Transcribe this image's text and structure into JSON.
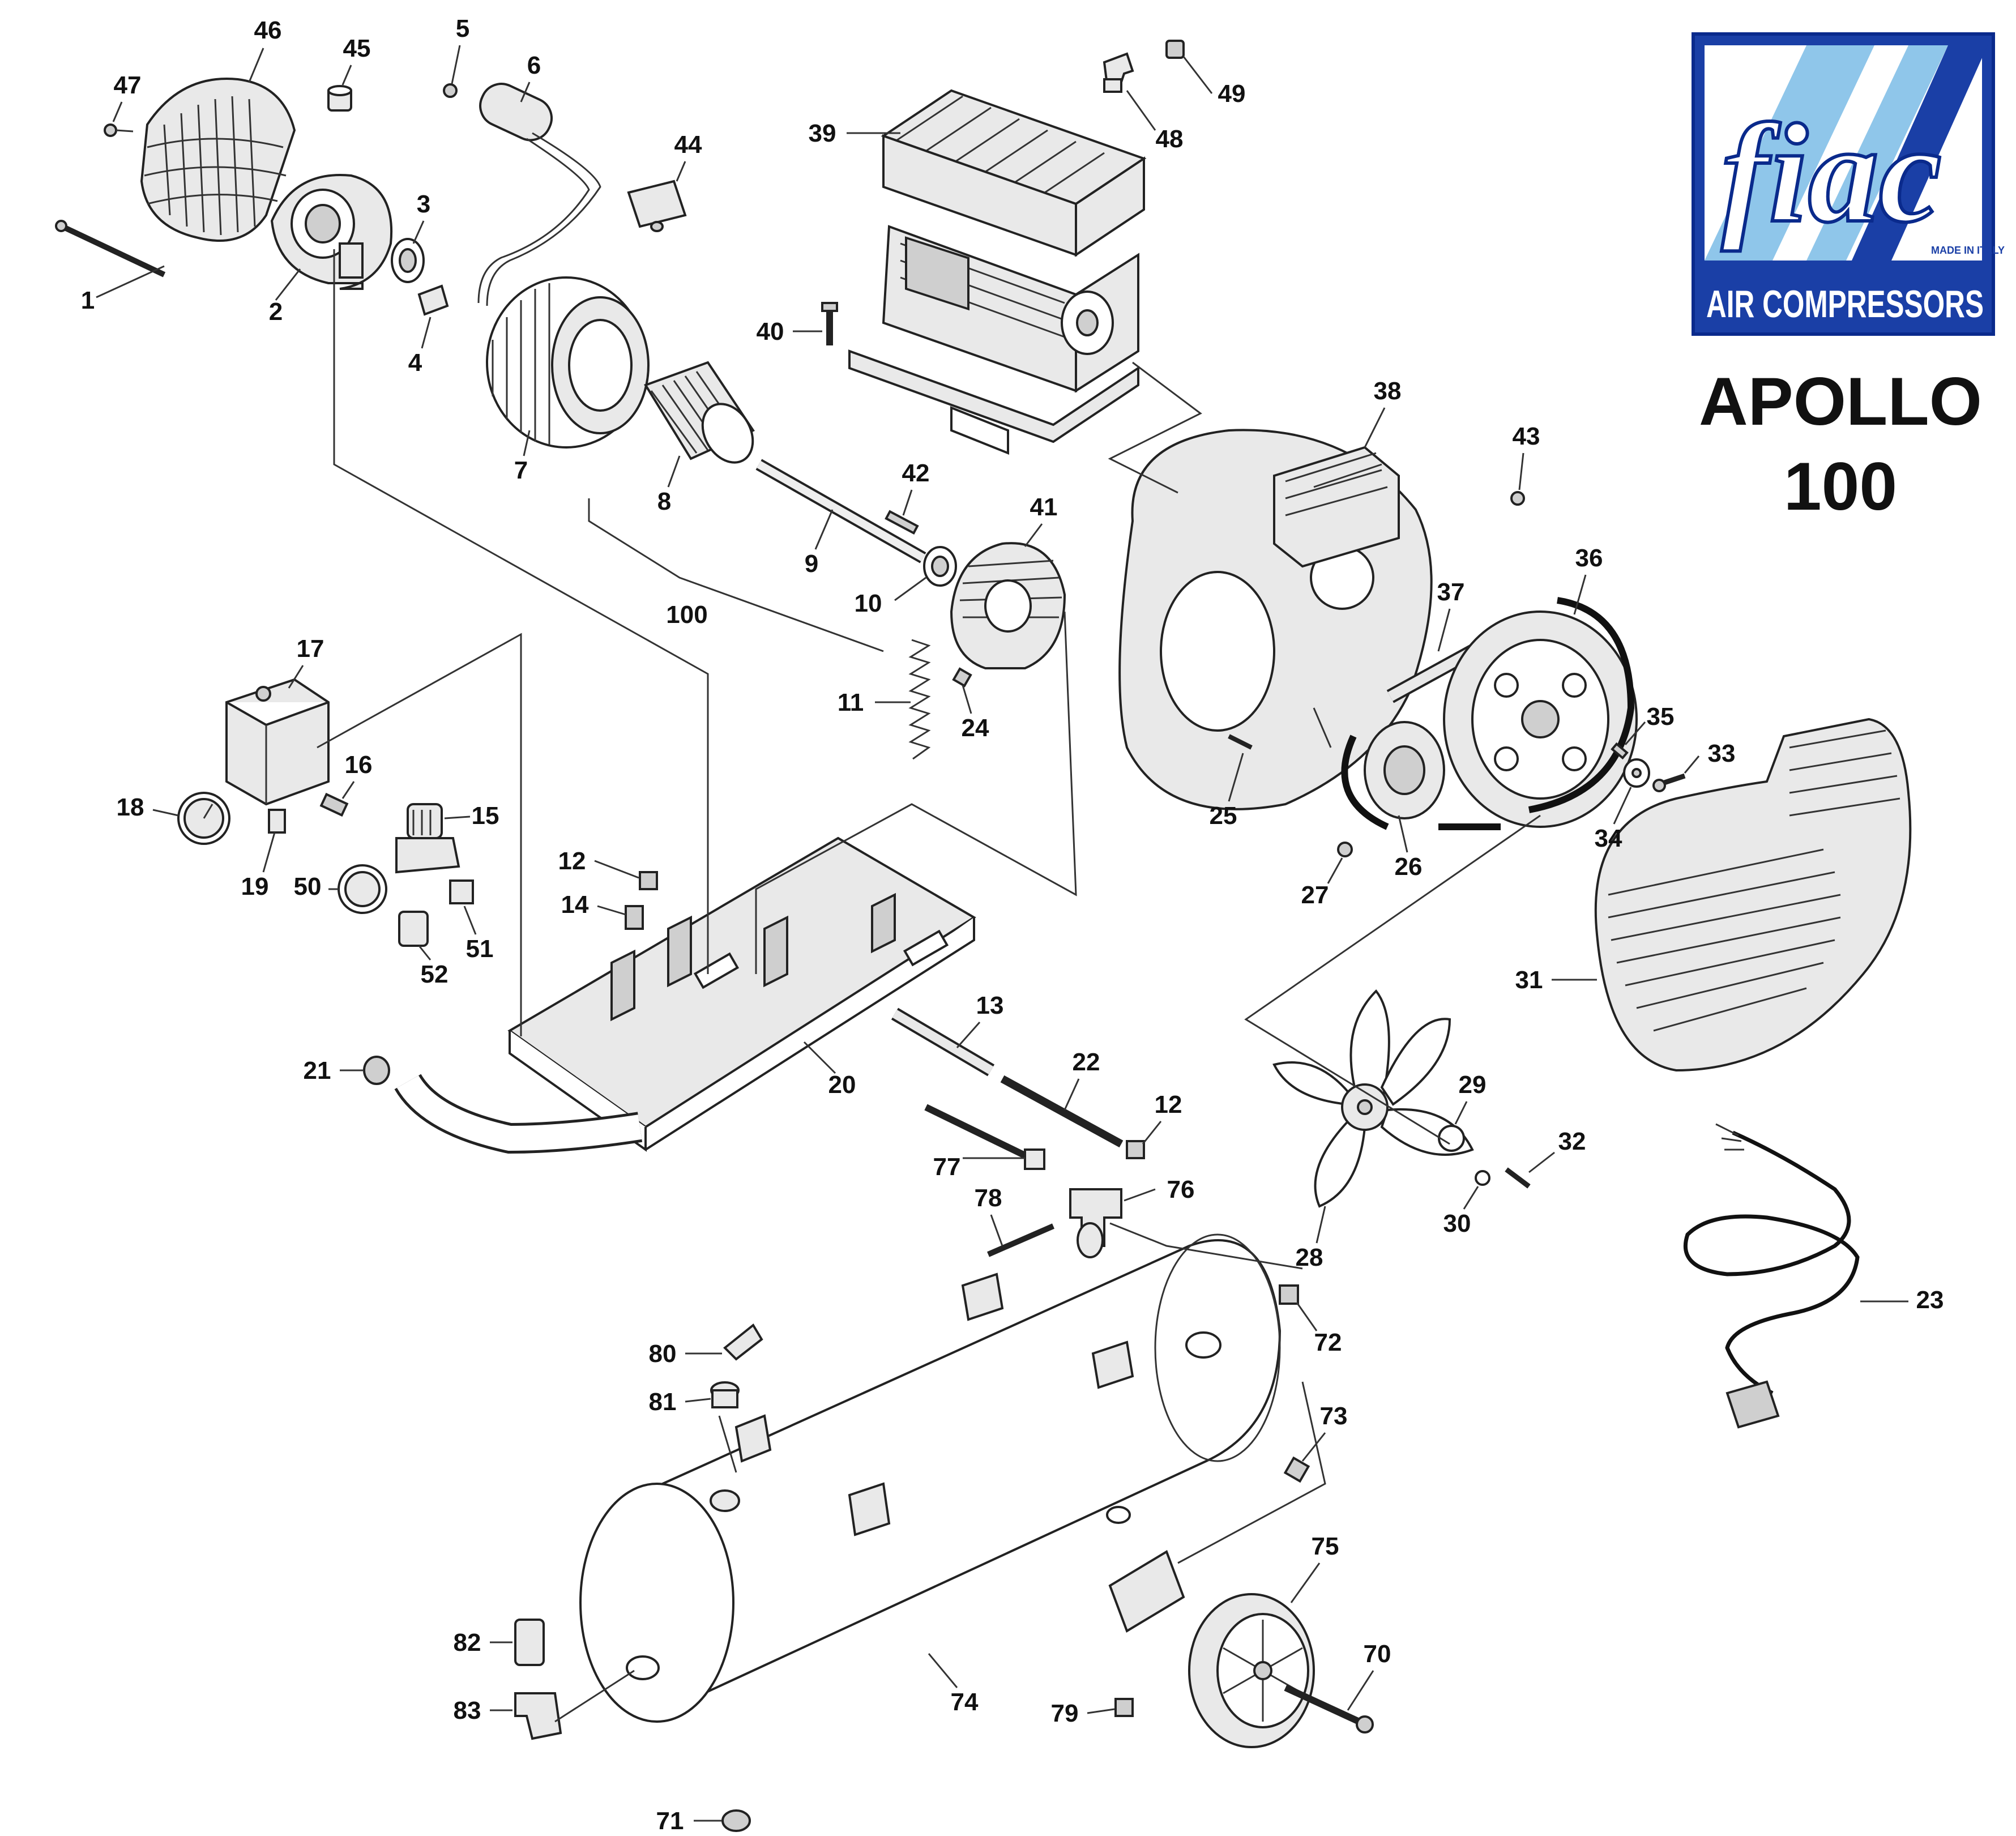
{
  "brand": {
    "logo_text": "fiac",
    "tagline": "AIR COMPRESSORS",
    "made_in": "MADE IN ITALY",
    "colors": {
      "blue": "#1a3fa6",
      "light_blue": "#8fc6ea",
      "white": "#ffffff"
    }
  },
  "model": {
    "line1": "APOLLO",
    "line2": "100"
  },
  "parts": {
    "p1": "1",
    "p2": "2",
    "p3": "3",
    "p4": "4",
    "p5": "5",
    "p6": "6",
    "p7": "7",
    "p8": "8",
    "p9": "9",
    "p10": "10",
    "p11": "11",
    "p12a": "12",
    "p12b": "12",
    "p13": "13",
    "p14": "14",
    "p15": "15",
    "p16": "16",
    "p17": "17",
    "p18": "18",
    "p19": "19",
    "p20": "20",
    "p21": "21",
    "p22": "22",
    "p23": "23",
    "p24": "24",
    "p25": "25",
    "p26": "26",
    "p27": "27",
    "p28": "28",
    "p29": "29",
    "p30": "30",
    "p31": "31",
    "p32": "32",
    "p33": "33",
    "p34": "34",
    "p35": "35",
    "p36": "36",
    "p37": "37",
    "p38": "38",
    "p39": "39",
    "p40": "40",
    "p41": "41",
    "p42": "42",
    "p43": "43",
    "p44": "44",
    "p45": "45",
    "p46": "46",
    "p47": "47",
    "p48": "48",
    "p49": "49",
    "p50": "50",
    "p51": "51",
    "p52": "52",
    "p70": "70",
    "p71": "71",
    "p72": "72",
    "p73": "73",
    "p74": "74",
    "p75": "75",
    "p76": "76",
    "p77": "77",
    "p78": "78",
    "p79": "79",
    "p80": "80",
    "p81": "81",
    "p82": "82",
    "p83": "83",
    "p100": "100"
  }
}
